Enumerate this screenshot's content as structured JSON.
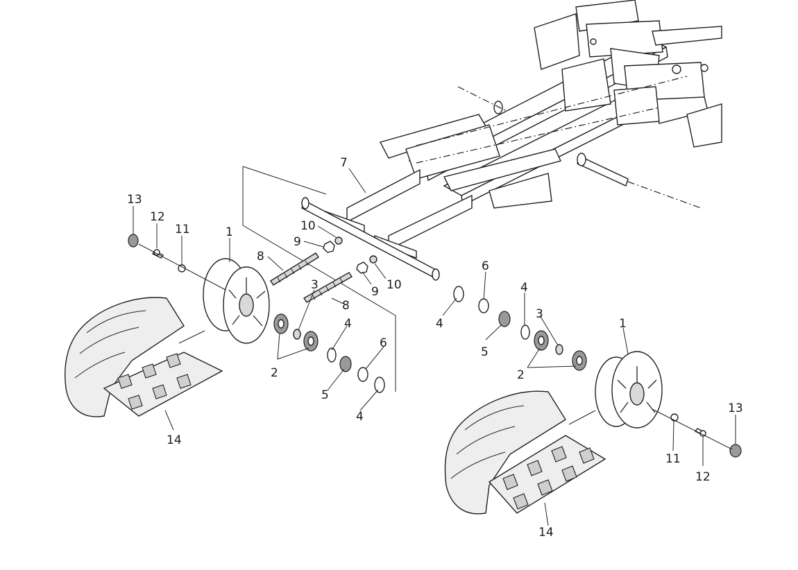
{
  "diagram": {
    "callouts": {
      "c1a": "1",
      "c1b": "1",
      "c2a": "2",
      "c2b": "2",
      "c3a": "3",
      "c3b": "3",
      "c4a": "4",
      "c4b": "4",
      "c4c": "4",
      "c4d": "4",
      "c5a": "5",
      "c5b": "5",
      "c6a": "6",
      "c6b": "6",
      "c7": "7",
      "c8a": "8",
      "c8b": "8",
      "c9a": "9",
      "c9b": "9",
      "c10a": "10",
      "c10b": "10",
      "c11a": "11",
      "c11b": "11",
      "c12a": "12",
      "c12b": "12",
      "c13a": "13",
      "c13b": "13",
      "c14a": "14",
      "c14b": "14"
    }
  }
}
